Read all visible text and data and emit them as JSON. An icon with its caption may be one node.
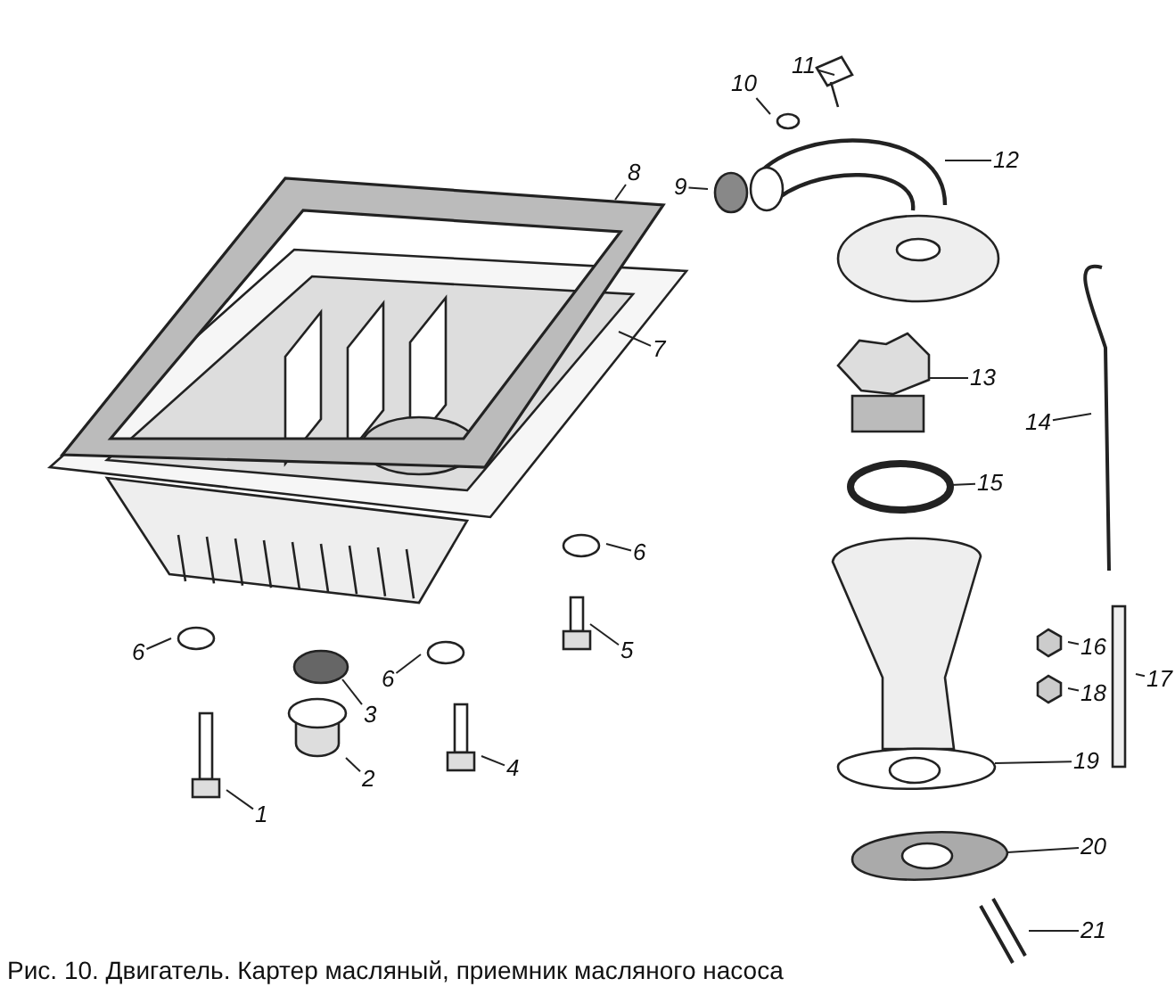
{
  "diagram": {
    "caption": "Рис. 10. Двигатель. Картер масляный, приемник масляного насоса",
    "nodes": [
      {
        "text": [
          "11"
        ]
      },
      {
        "text": [
          "10"
        ]
      },
      {
        "text": [
          "12"
        ]
      },
      {
        "text": [
          "9"
        ]
      },
      {
        "text": [
          "8"
        ]
      },
      {
        "text": [
          "7"
        ]
      },
      {
        "text": [
          "13"
        ]
      },
      {
        "text": [
          "14"
        ]
      },
      {
        "text": [
          "15"
        ]
      },
      {
        "text": [
          "6"
        ]
      },
      {
        "text": [
          "5"
        ]
      },
      {
        "text": [
          "6"
        ]
      },
      {
        "text": [
          "16"
        ]
      },
      {
        "text": [
          "6"
        ]
      },
      {
        "text": [
          "17"
        ]
      },
      {
        "text": [
          "3"
        ]
      },
      {
        "text": [
          "18"
        ]
      },
      {
        "text": [
          "4"
        ]
      },
      {
        "text": [
          "19"
        ]
      },
      {
        "text": [
          "2"
        ]
      },
      {
        "text": [
          "1"
        ]
      },
      {
        "text": [
          "20"
        ]
      },
      {
        "text": [
          "21"
        ]
      }
    ],
    "edges": [
      {
        "from": 0,
        "to": null,
        "arrow": "none"
      },
      {
        "from": 1,
        "to": null,
        "arrow": "none"
      },
      {
        "from": 2,
        "to": null,
        "arrow": "none"
      },
      {
        "from": 3,
        "to": null,
        "arrow": "none"
      },
      {
        "from": 4,
        "to": null,
        "arrow": "none"
      },
      {
        "from": 5,
        "to": null,
        "arrow": "none"
      },
      {
        "from": 6,
        "to": null,
        "arrow": "none"
      },
      {
        "from": 7,
        "to": null,
        "arrow": "none"
      },
      {
        "from": 8,
        "to": null,
        "arrow": "none"
      },
      {
        "from": 9,
        "to": null,
        "arrow": "none"
      },
      {
        "from": 10,
        "to": null,
        "arrow": "none"
      },
      {
        "from": 11,
        "to": null,
        "arrow": "none"
      },
      {
        "from": 12,
        "to": null,
        "arrow": "none"
      },
      {
        "from": 13,
        "to": null,
        "arrow": "none"
      },
      {
        "from": 14,
        "to": null,
        "arrow": "none"
      },
      {
        "from": 15,
        "to": null,
        "arrow": "none"
      },
      {
        "from": 16,
        "to": null,
        "arrow": "none"
      },
      {
        "from": 17,
        "to": null,
        "arrow": "none"
      },
      {
        "from": 18,
        "to": null,
        "arrow": "none"
      },
      {
        "from": 19,
        "to": null,
        "arrow": "none"
      },
      {
        "from": 20,
        "to": null,
        "arrow": "none"
      },
      {
        "from": 21,
        "to": null,
        "arrow": "none"
      },
      {
        "from": 22,
        "to": null,
        "arrow": "none"
      }
    ]
  }
}
